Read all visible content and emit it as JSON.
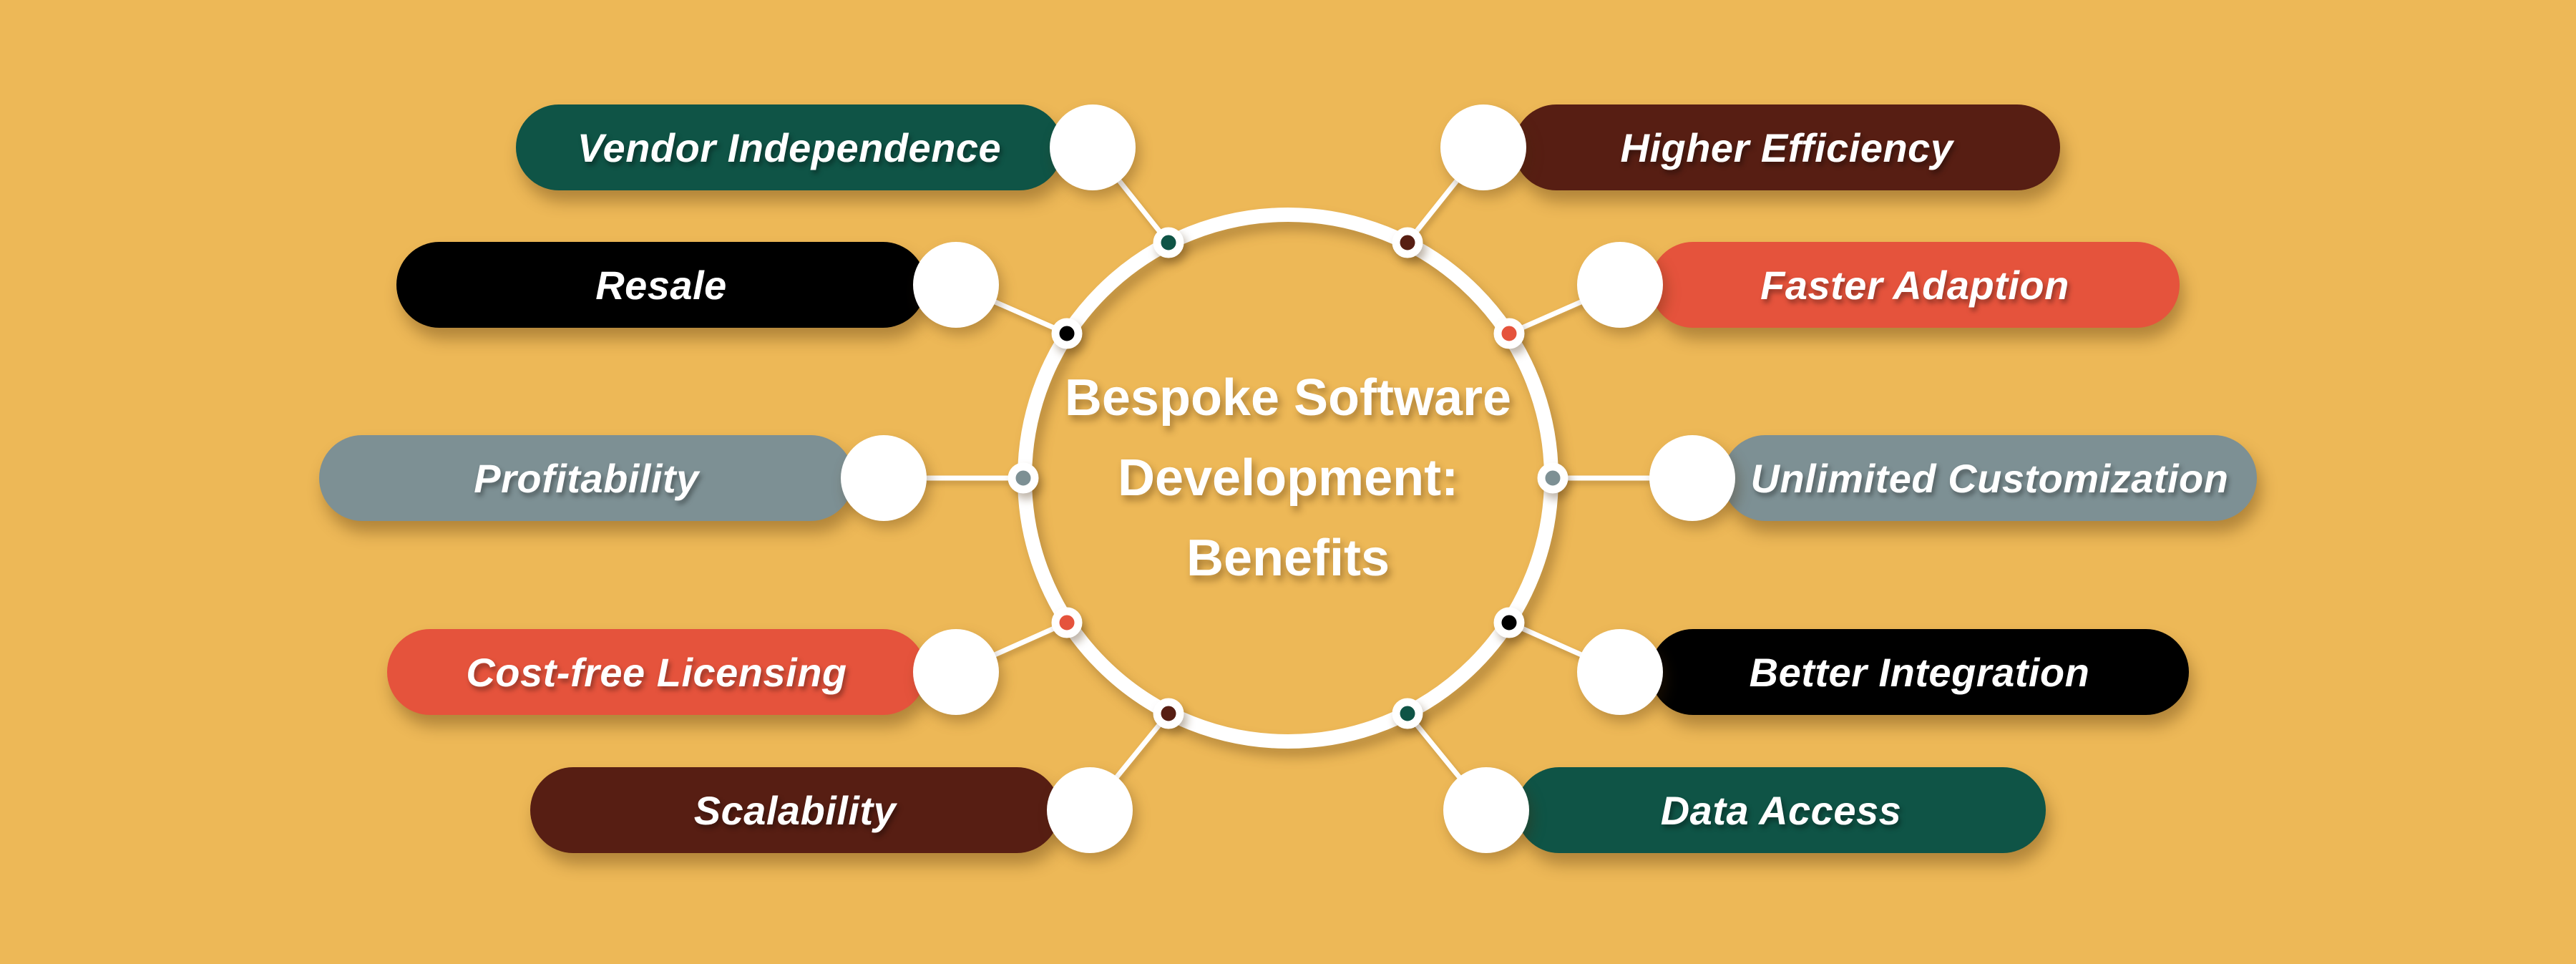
{
  "background_color": "#EDB857",
  "palette": {
    "green": "#0F5446",
    "black": "#000000",
    "gray": "#7D9094",
    "red": "#E5533C",
    "maroon": "#571E13",
    "white": "#FFFFFF"
  },
  "center": {
    "title_lines": [
      "Bespoke Software",
      "Development:",
      "Benefits"
    ]
  },
  "items": [
    {
      "label": "Vendor Independence",
      "color": "#0F5446",
      "side": "left",
      "row": 1
    },
    {
      "label": "Resale",
      "color": "#000000",
      "side": "left",
      "row": 2
    },
    {
      "label": "Profitability",
      "color": "#7D9094",
      "side": "left",
      "row": 3
    },
    {
      "label": "Cost-free Licensing",
      "color": "#E5533C",
      "side": "left",
      "row": 4
    },
    {
      "label": "Scalability",
      "color": "#571E13",
      "side": "left",
      "row": 5
    },
    {
      "label": "Higher Efficiency",
      "color": "#571E13",
      "side": "right",
      "row": 1
    },
    {
      "label": "Faster Adaption",
      "color": "#E5533C",
      "side": "right",
      "row": 2
    },
    {
      "label": "Unlimited Customization",
      "color": "#7D9094",
      "side": "right",
      "row": 3
    },
    {
      "label": "Better Integration",
      "color": "#000000",
      "side": "right",
      "row": 4
    },
    {
      "label": "Data Access",
      "color": "#0F5446",
      "side": "right",
      "row": 5
    }
  ]
}
